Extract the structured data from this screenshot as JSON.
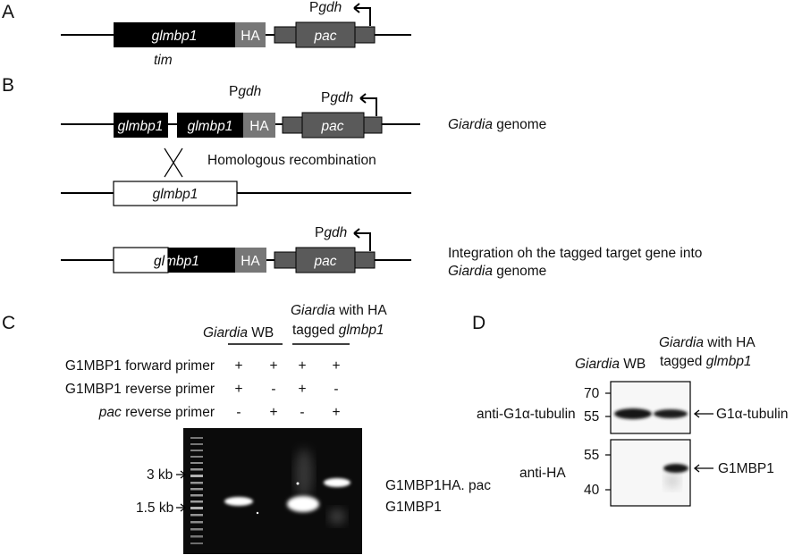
{
  "panel_letters": {
    "a": "A",
    "b": "B",
    "c": "C",
    "d": "D"
  },
  "construct": {
    "gene": "glmbp1",
    "tag": "HA",
    "marker": "pac",
    "promoter": "Pgdh",
    "promoter_prefix": "P",
    "promoter_italic": "gdh",
    "tim": "tim"
  },
  "panel_b": {
    "genome_label_italic": "Giardia",
    "genome_label_rest": " genome",
    "recombination": "Homologous recombination",
    "endogenous_gene": "glmbp1",
    "recombined_gene_prefix": "gl",
    "recombined_gene_rest": "mbp1",
    "integration_line1": "Integration oh the tagged target gene into",
    "integration_line2_italic": "Giardia",
    "integration_line2_rest": " genome"
  },
  "panel_c": {
    "groups": [
      {
        "line1_italic": "Giardia",
        "line1_rest": " WB",
        "line2_prefix": "",
        "line2_italic": ""
      },
      {
        "line1_italic": "Giardia",
        "line1_rest": " with HA",
        "line2_prefix": "tagged ",
        "line2_italic": "glmbp1"
      }
    ],
    "rows": [
      {
        "label": "G1MBP1 forward primer",
        "label_italic": "",
        "values": [
          "+",
          "+",
          "+",
          "+"
        ]
      },
      {
        "label": "G1MBP1 reverse primer",
        "label_italic": "",
        "values": [
          "+",
          "-",
          "+",
          "-"
        ]
      },
      {
        "label": " reverse primer",
        "label_italic": "pac",
        "values": [
          "-",
          "+",
          "-",
          "+"
        ]
      }
    ],
    "markers": [
      "3 kb",
      "1.5 kb"
    ],
    "band_labels": [
      "G1MBP1HA. pac",
      "G1MBP1"
    ]
  },
  "panel_d": {
    "headers": [
      {
        "line1_italic": "Giardia",
        "line1_rest": " WB",
        "line2_prefix": "",
        "line2_italic": ""
      },
      {
        "line1_italic": "Giardia",
        "line1_rest": " with HA",
        "line2_prefix": "tagged ",
        "line2_italic": "glmbp1"
      }
    ],
    "blots": [
      {
        "antibody": "anti-G1α-tubulin",
        "target": "G1α-tubulin",
        "mw": [
          "70",
          "55"
        ]
      },
      {
        "antibody": "anti-HA",
        "target": "G1MBP1",
        "mw": [
          "55",
          "40"
        ]
      }
    ]
  },
  "colors": {
    "gene_black": "#000000",
    "tag_gray": "#777777",
    "marker_gray": "#5a5a5a",
    "gel_bg": "#0b0b0b",
    "band_white": "#ffffff"
  }
}
